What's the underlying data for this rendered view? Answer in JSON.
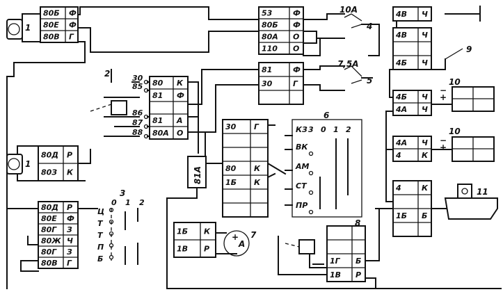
{
  "labels": {
    "gen1": "1",
    "gen1b": "1",
    "relay2": "2",
    "sw3": "3",
    "fuse4": "4",
    "fuse5": "5",
    "sw6": "6",
    "meter7": "7",
    "relay8": "8",
    "sw9": "9",
    "cap10a": "10",
    "cap10b": "10",
    "bell11": "11",
    "amp10A": "10А",
    "amp75A": "7,5А",
    "wire81A": "81А",
    "gen_a": "A",
    "plus": "+",
    "minus": "−"
  },
  "pins_relay2": [
    "30",
    "85",
    "86",
    "87",
    "88"
  ],
  "sw3_header": [
    "0",
    "1",
    "2"
  ],
  "sw3_rows": [
    "Ц",
    "Т",
    "Т",
    "П",
    "Б"
  ],
  "sw6_header": [
    "КЗ",
    "3",
    "0",
    "1",
    "2"
  ],
  "sw6_rows": [
    "ВК",
    "АМ",
    "СТ",
    "ПР"
  ],
  "boxes": {
    "b80": [
      [
        "80Б",
        "Ф"
      ],
      [
        "80Е",
        "Ф"
      ],
      [
        "80В",
        "Г"
      ]
    ],
    "b53": [
      [
        "53",
        "Ф"
      ],
      [
        "80Б",
        "Ф"
      ],
      [
        "80А",
        "О"
      ],
      [
        "110",
        "О"
      ]
    ],
    "b48": [
      [
        "4В",
        "Ч"
      ]
    ],
    "b48b": [
      [
        "4В",
        "Ч"
      ],
      [
        "",
        ""
      ],
      [
        "4Б",
        "Ч"
      ]
    ],
    "b81": [
      [
        "81",
        "Ф"
      ],
      [
        "30",
        "Г"
      ],
      [
        "",
        ""
      ]
    ],
    "b2": [
      [
        "80",
        "К"
      ],
      [
        "81",
        "Ф"
      ],
      [
        "",
        ""
      ],
      [
        "81",
        "А"
      ],
      [
        "80А",
        "О"
      ]
    ],
    "b46": [
      [
        "4Б",
        "Ч"
      ],
      [
        "4А",
        "Ч"
      ]
    ],
    "b4a": [
      [
        "4А",
        "Ч"
      ],
      [
        "4",
        "К"
      ]
    ],
    "b4k": [
      [
        "4",
        "К"
      ],
      [
        "",
        ""
      ],
      [
        "1Б",
        "Б"
      ],
      [
        "",
        ""
      ]
    ],
    "b30g": [
      [
        "30",
        "Г"
      ],
      [
        "",
        ""
      ],
      [
        "",
        ""
      ],
      [
        "80",
        "К"
      ],
      [
        "1Б",
        "К"
      ],
      [
        "",
        ""
      ],
      [
        "",
        ""
      ]
    ],
    "b80d": [
      [
        "80Д",
        "Р"
      ],
      [
        "80З",
        "К"
      ]
    ],
    "b80d2": [
      [
        "80Д",
        "Р"
      ],
      [
        "80Е",
        "Ф"
      ],
      [
        "80Г",
        "З"
      ],
      [
        "80Ж",
        "Ч"
      ],
      [
        "80Г",
        "З"
      ],
      [
        "80В",
        "Г"
      ]
    ],
    "b16": [
      [
        "1Б",
        "К"
      ],
      [
        "1В",
        "Р"
      ]
    ],
    "b1g": [
      [
        "",
        ""
      ],
      [
        "",
        ""
      ],
      [
        "1Г",
        "Б"
      ],
      [
        "1В",
        "Р"
      ]
    ]
  }
}
